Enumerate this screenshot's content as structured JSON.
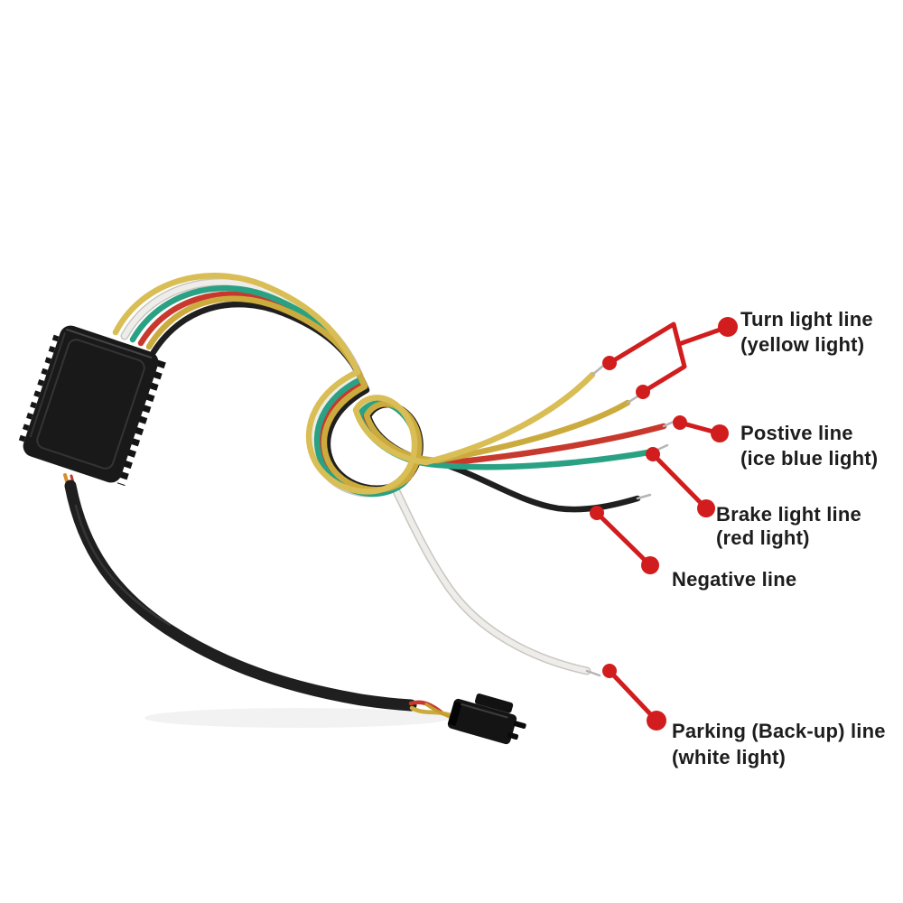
{
  "labels": {
    "turn": {
      "line1": "Turn light line",
      "line2": "(yellow light)"
    },
    "positive": {
      "line1": "Postive line",
      "line2": "(ice blue light)"
    },
    "brake": {
      "line1": "Brake light line",
      "line2": "(red light)"
    },
    "negative": {
      "line1": "Negative line"
    },
    "parking": {
      "line1": "Parking (Back-up) line",
      "line2": "(white light)"
    }
  },
  "colors": {
    "annotation_red": "#d11d1d",
    "label_text": "#1d1d1d",
    "wire_yellow": "#d9bd55",
    "wire_yellow_dark": "#ccab3e",
    "wire_red": "#c8382c",
    "wire_teal": "#2aa183",
    "wire_white": "#efede9",
    "wire_white_edge": "#c9c6c1",
    "wire_black": "#1f1f1f",
    "device_black": "#191919",
    "background": "#ffffff"
  }
}
